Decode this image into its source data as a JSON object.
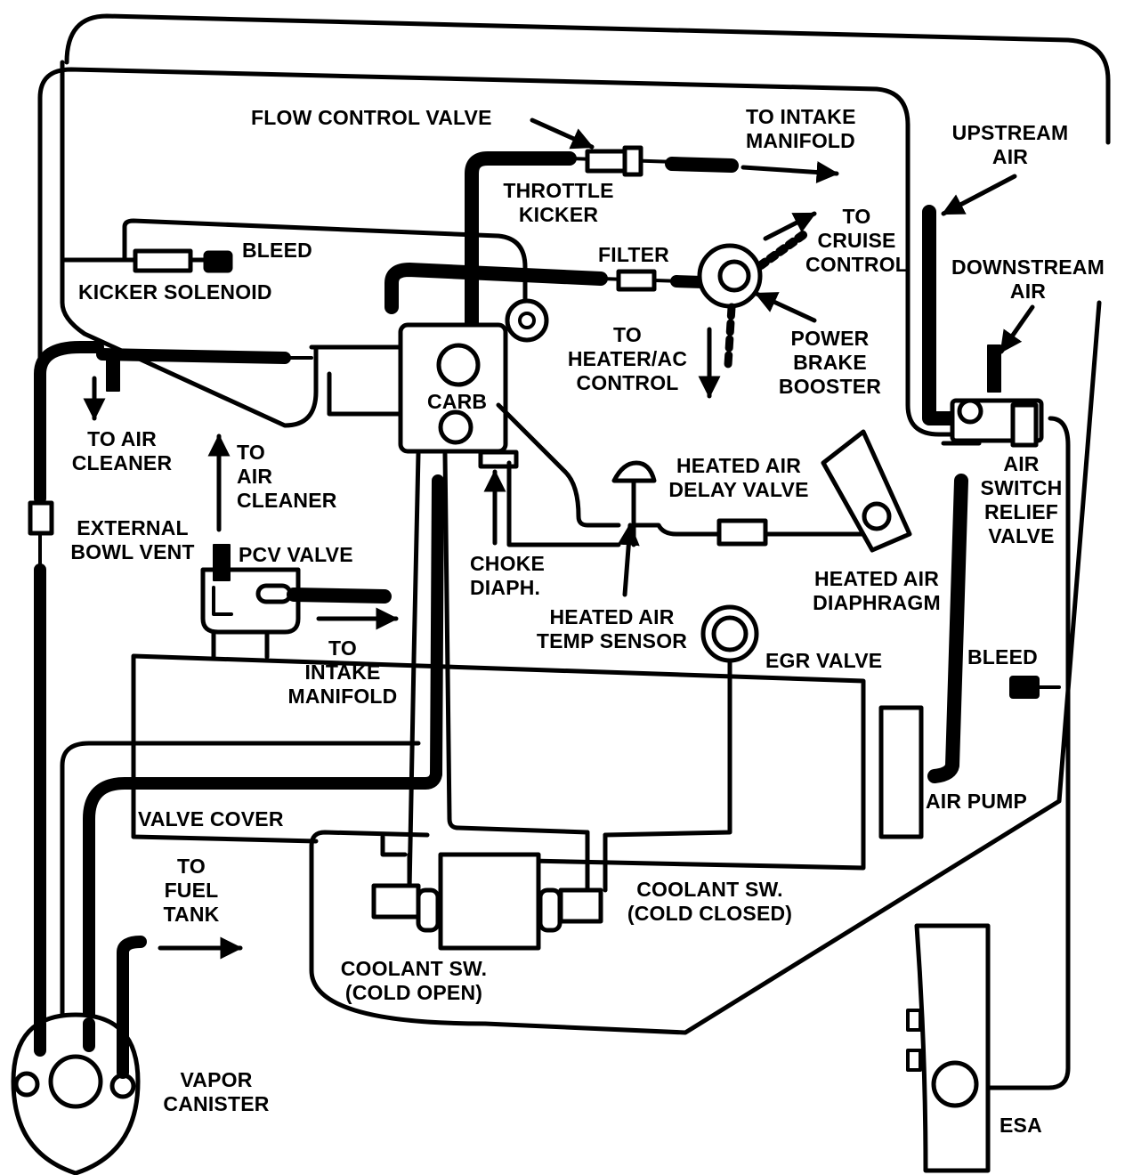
{
  "colors": {
    "line": "#000000",
    "background": "#ffffff"
  },
  "labels": {
    "flow_control_valve": "FLOW CONTROL VALVE",
    "to_intake_manifold_top": "TO INTAKE\nMANIFOLD",
    "upstream_air": "UPSTREAM\nAIR",
    "throttle_kicker": "THROTTLE\nKICKER",
    "bleed_top": "BLEED",
    "to_cruise_control": "TO\nCRUISE\nCONTROL",
    "filter": "FILTER",
    "downstream_air": "DOWNSTREAM\nAIR",
    "kicker_solenoid": "KICKER SOLENOID",
    "to_heater_ac_control": "TO\nHEATER/AC\nCONTROL",
    "power_brake_booster": "POWER\nBRAKE\nBOOSTER",
    "carb": "CARB",
    "to_air_cleaner_left": "TO AIR\nCLEANER",
    "to_air_cleaner_mid": "TO\nAIR\nCLEANER",
    "heated_air_delay_valve": "HEATED AIR\nDELAY VALVE",
    "air_switch_relief_valve": "AIR\nSWITCH\nRELIEF\nVALVE",
    "external_bowl_vent": "EXTERNAL\nBOWL VENT",
    "pcv_valve": "PCV VALVE",
    "choke_diaph": "CHOKE\nDIAPH.",
    "heated_air_diaphragm": "HEATED AIR\nDIAPHRAGM",
    "heated_air_temp_sensor": "HEATED AIR\nTEMP SENSOR",
    "to_intake_manifold_mid": "TO\nINTAKE\nMANIFOLD",
    "egr_valve": "EGR VALVE",
    "bleed_right": "BLEED",
    "air_pump": "AIR PUMP",
    "valve_cover": "VALVE COVER",
    "to_fuel_tank": "TO\nFUEL\nTANK",
    "coolant_sw_cold_closed": "COOLANT SW.\n(COLD CLOSED)",
    "coolant_sw_cold_open": "COOLANT SW.\n(COLD OPEN)",
    "vapor_canister": "VAPOR\nCANISTER",
    "esa": "ESA"
  }
}
